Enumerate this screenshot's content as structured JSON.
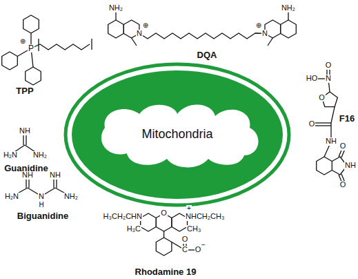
{
  "diagram": {
    "nodes": [
      {
        "text": [
          "Mitochondria"
        ]
      }
    ],
    "labels": [
      "⊕",
      "P",
      "TPP",
      "NH₂",
      "N",
      "⊕",
      "N",
      "⊕",
      "NH₂",
      "DQA",
      "HO",
      "N",
      "O",
      "O",
      "O",
      "NH",
      "O",
      "NH",
      "O",
      "F16",
      "NH",
      "H₂N",
      "NH₂",
      "Guanidine",
      "NH",
      "NH",
      "H₂N",
      "N",
      "H",
      "NH₂",
      "Biguanidine",
      "H₃CH₂CHN",
      "O",
      "+",
      "NHCH₂CH₃",
      "H₃C",
      "CH₃",
      "C",
      "O",
      "O",
      "−",
      "Rhodamine 19"
    ]
  }
}
